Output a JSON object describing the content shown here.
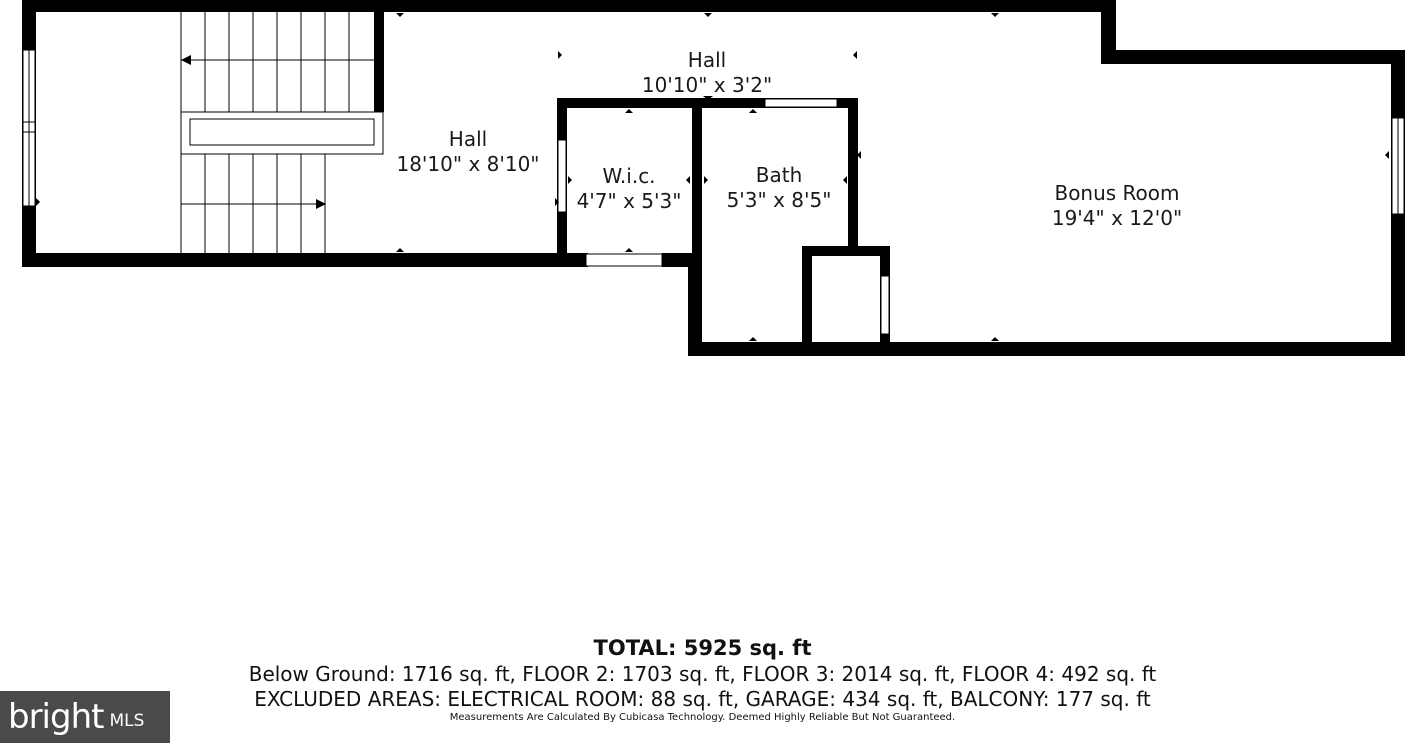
{
  "rooms": {
    "hall_left": {
      "name": "Hall",
      "dims": "18'10\" x 8'10\""
    },
    "hall_top": {
      "name": "Hall",
      "dims": "10'10\" x 3'2\""
    },
    "wic": {
      "name": "W.i.c.",
      "dims": "4'7\" x 5'3\""
    },
    "bath": {
      "name": "Bath",
      "dims": "5'3\" x 8'5\""
    },
    "bonus": {
      "name": "Bonus Room",
      "dims": "19'4\" x 12'0\""
    }
  },
  "summary": {
    "total": "TOTAL: 5925 sq. ft",
    "floors": "Below Ground: 1716 sq. ft, FLOOR 2: 1703 sq. ft, FLOOR 3: 2014 sq. ft, FLOOR 4: 492 sq. ft",
    "excluded": "EXCLUDED AREAS: ELECTRICAL ROOM: 88 sq. ft, GARAGE: 434 sq. ft, BALCONY: 177 sq. ft",
    "disclaimer": "Measurements Are Calculated By Cubicasa Technology. Deemed Highly Reliable But Not Guaranteed."
  },
  "logo": {
    "word": "bright",
    "sub": "MLS"
  },
  "colors": {
    "wall": "#000000",
    "logo_bg": "#4a4a4a",
    "logo_accent": "#e8412c"
  }
}
